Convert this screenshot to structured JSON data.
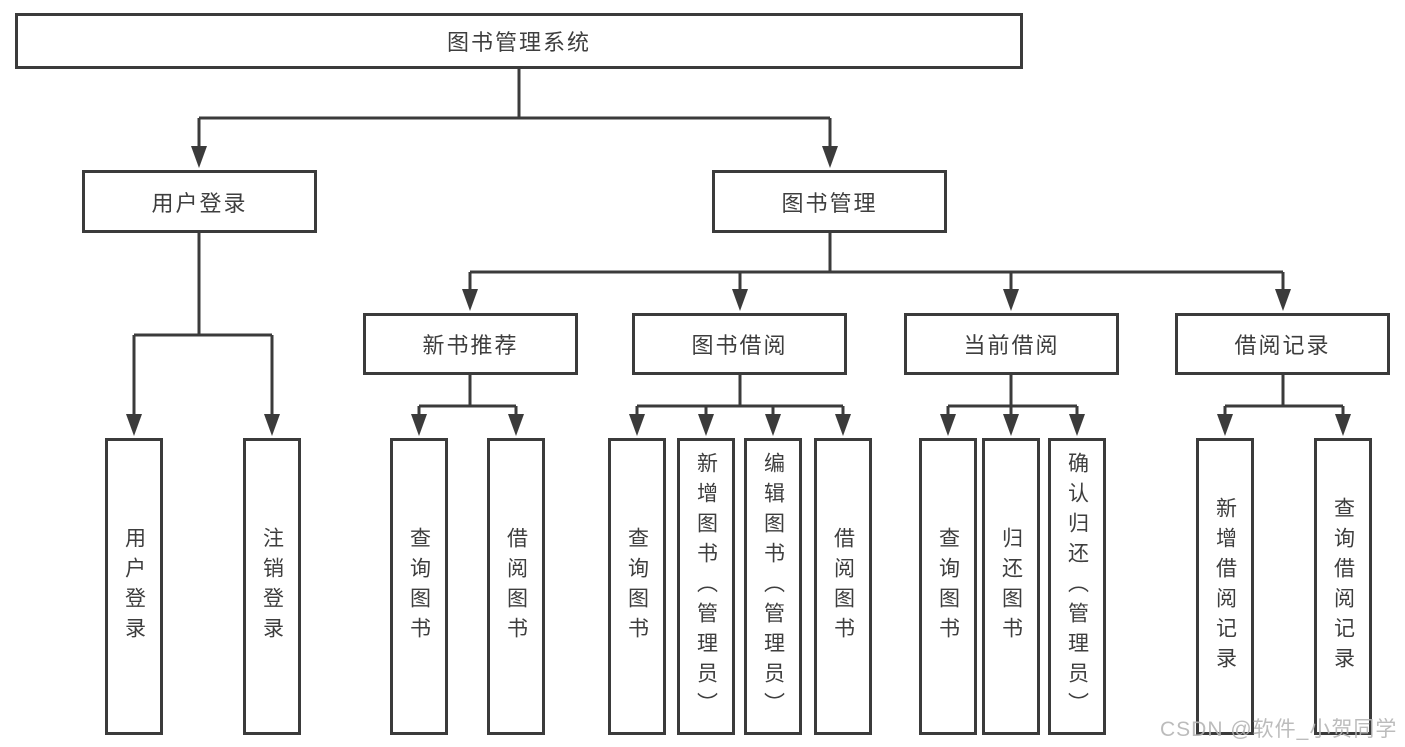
{
  "diagram": {
    "type": "hierarchy-chart",
    "colors": {
      "line": "#3b3b3b",
      "border": "#3b3b3b",
      "text": "#3e3e3e",
      "box_background": "#ffffff",
      "watermark": "#b5b5b5"
    }
  },
  "tree": {
    "label": "图书管理系统",
    "children": [
      {
        "label": "用户登录",
        "children": [
          {
            "label": "用户登录"
          },
          {
            "label": "注销登录"
          }
        ]
      },
      {
        "label": "图书管理",
        "children": [
          {
            "label": "新书推荐",
            "children": [
              {
                "label": "查询图书"
              },
              {
                "label": "借阅图书"
              }
            ]
          },
          {
            "label": "图书借阅",
            "children": [
              {
                "label": "查询图书"
              },
              {
                "label": "新增图书（管理员）"
              },
              {
                "label": "编辑图书（管理员）"
              },
              {
                "label": "借阅图书"
              }
            ]
          },
          {
            "label": "当前借阅",
            "children": [
              {
                "label": "查询图书"
              },
              {
                "label": "归还图书"
              },
              {
                "label": "确认归还（管理员）"
              }
            ]
          },
          {
            "label": "借阅记录",
            "children": [
              {
                "label": "新增借阅记录"
              },
              {
                "label": "查询借阅记录"
              }
            ]
          }
        ]
      }
    ]
  },
  "watermark": {
    "text": "CSDN @软件_小贺同学"
  }
}
